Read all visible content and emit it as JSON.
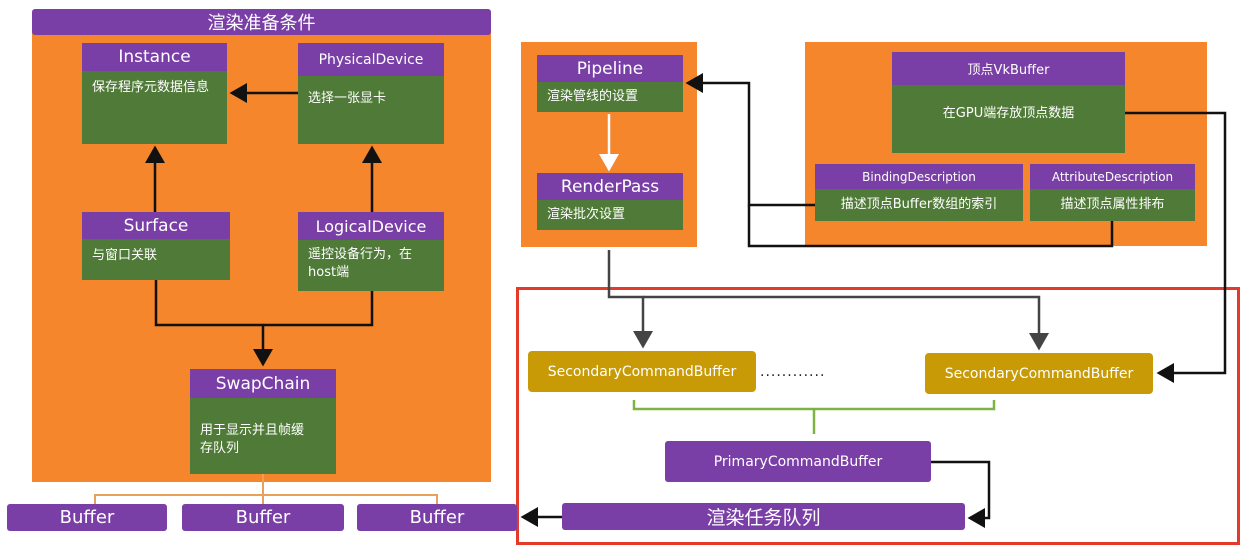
{
  "prep_panel": {
    "title": "渲染准备条件",
    "instance": {
      "title": "Instance",
      "body": "保存程序元数据信息"
    },
    "physical_device": {
      "title": "PhysicalDevice",
      "body": "选择一张显卡"
    },
    "surface": {
      "title": "Surface",
      "body": "与窗口关联"
    },
    "logical_device": {
      "title": "LogicalDevice",
      "body": "遥控设备行为，在host端"
    },
    "swapchain": {
      "title": "SwapChain",
      "body": "用于显示并且帧缓存队列"
    }
  },
  "pipeline_panel": {
    "pipeline": {
      "title": "Pipeline",
      "body": "渲染管线的设置"
    },
    "renderpass": {
      "title": "RenderPass",
      "body": "渲染批次设置"
    }
  },
  "vertex_panel": {
    "vkbuffer": {
      "title": "顶点VkBuffer",
      "body": "在GPU端存放顶点数据"
    },
    "binding": {
      "title": "BindingDescription",
      "body": "描述顶点Buffer数组的索引"
    },
    "attribute": {
      "title": "AttributeDescription",
      "body": "描述顶点属性排布"
    }
  },
  "command": {
    "secondary_left": "SecondaryCommandBuffer",
    "ellipsis": "............",
    "secondary_right": "SecondaryCommandBuffer",
    "primary": "PrimaryCommandBuffer",
    "queue": "渲染任务队列"
  },
  "buffers": [
    "Buffer",
    "Buffer",
    "Buffer"
  ],
  "colors": {
    "orange_panel": "#f5862b",
    "purple": "#7a3fa6",
    "green": "#4f7a37",
    "gold": "#c79a06",
    "highlight_red": "#e53a2a"
  }
}
